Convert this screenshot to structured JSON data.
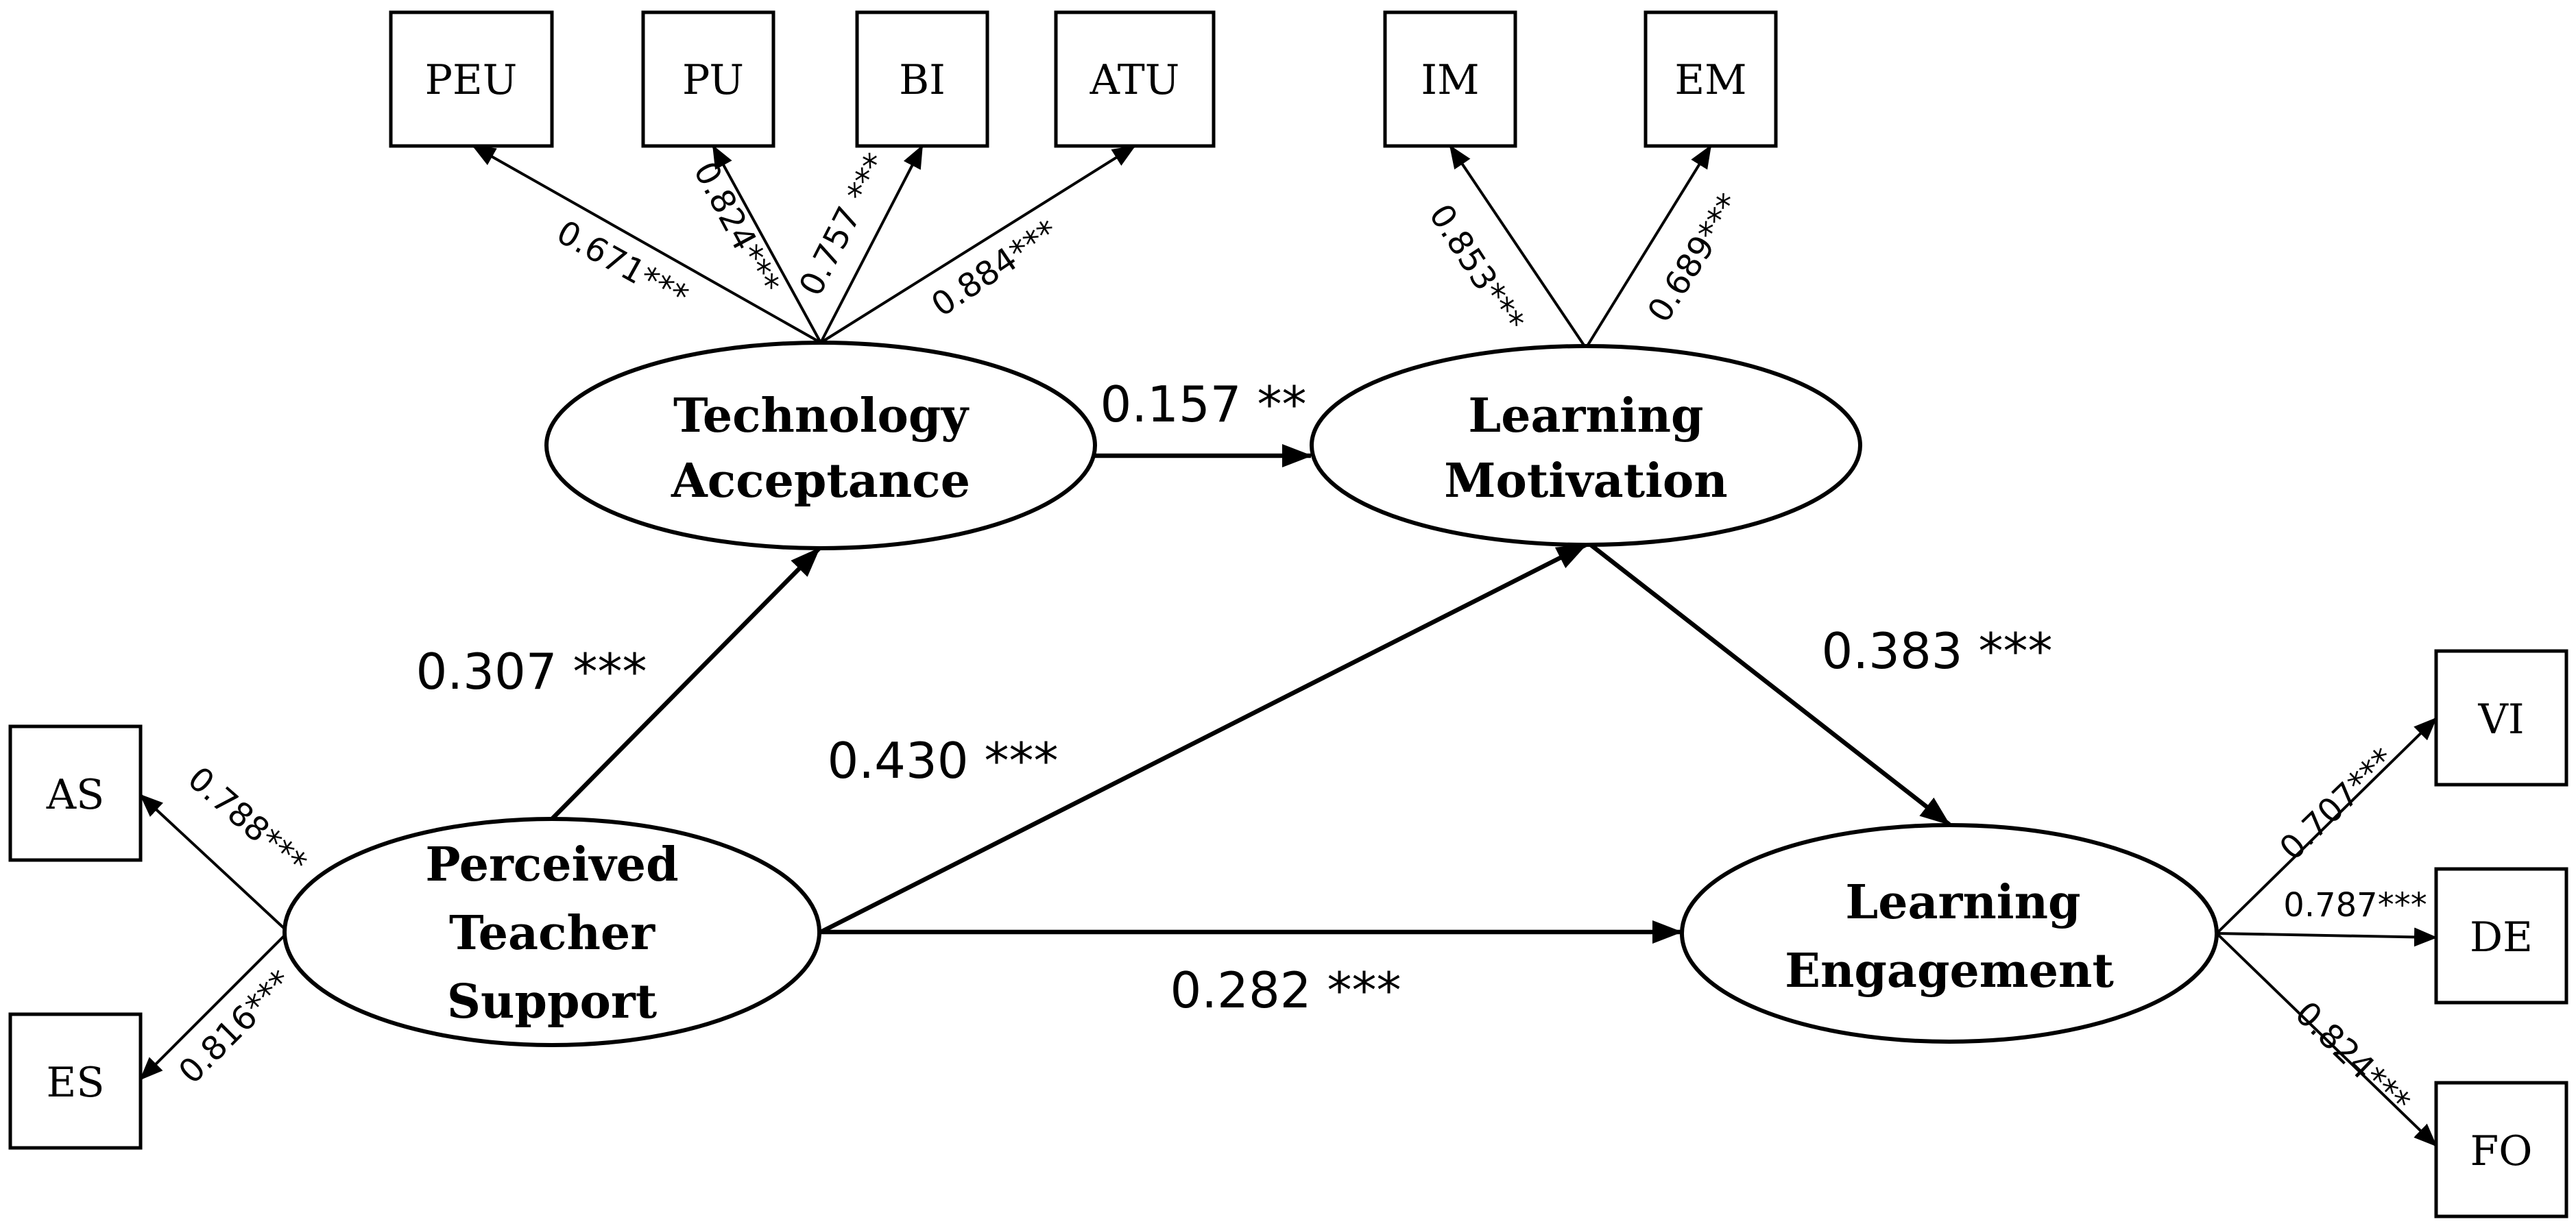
{
  "indicators": {
    "peu": "PEU",
    "pu": "PU",
    "bi": "BI",
    "atu": "ATU",
    "im": "IM",
    "em": "EM",
    "as": "AS",
    "es": "ES",
    "vi": "VI",
    "de": "DE",
    "fo": "FO"
  },
  "latents": {
    "technology_acceptance": [
      "Technology",
      "Acceptance"
    ],
    "learning_motivation": [
      "Learning",
      "Motivation"
    ],
    "perceived_teacher_support": [
      "Perceived",
      "Teacher",
      "Support"
    ],
    "learning_engagement": [
      "Learning",
      "Engagement"
    ]
  },
  "loadings": {
    "peu": "0.671***",
    "pu": "0.824***",
    "bi": "0.757 ***",
    "atu": "0.884***",
    "im": "0.853***",
    "em": "0.689***",
    "as": "0.788***",
    "es": "0.816***",
    "vi": "0.707***",
    "de": "0.787***",
    "fo": "0.824***"
  },
  "paths": {
    "ta_to_lm": "0.157 **",
    "pts_to_ta": "0.307 ***",
    "pts_to_lm": "0.430 ***",
    "lm_to_le": "0.383 ***",
    "pts_to_le": "0.282 ***"
  }
}
